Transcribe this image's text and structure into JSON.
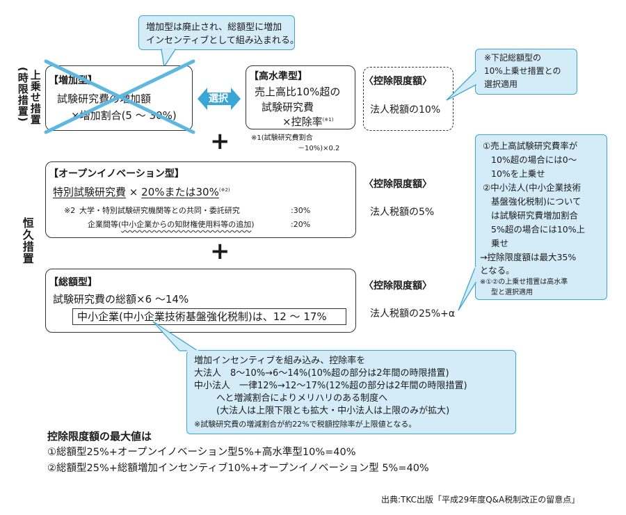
{
  "callout_top": {
    "line1": "増加型は廃止され、総額型に増加",
    "line2": "インセンティブとして組み込まれる。"
  },
  "side_label_temp": {
    "main": "上乗せ措置",
    "sub": "(時限措置)"
  },
  "side_label_perm": "恒久措置",
  "zoukagata": {
    "title": "【増加型】",
    "line1": "試験研究費の増加額",
    "line2": "×増加割合(5 ～ 30%)"
  },
  "select_label": "選択",
  "kousuijun": {
    "title": "【高水準型】",
    "line1": "売上高比10%超の",
    "line2": "試験研究費",
    "line3": "×控除率",
    "note_mark": "(※1)",
    "footnote1": "※1(試験研究費割合",
    "footnote2": "－10%)×0.2"
  },
  "limit": {
    "header": "〈控除限度額〉",
    "value_top": "法人税額の10%",
    "value_mid": "法人税額の5%",
    "value_bot": "法人税額の25%+α"
  },
  "callout_right_top": {
    "line1": "※下記総額型の",
    "line2": "10%上乗せ措置との",
    "line3": "選択適用"
  },
  "callout_right_mid": {
    "lines": [
      "①売上高試験研究費率が",
      "10%超の場合には0～",
      "10%を上乗せ",
      "②中小法人(中小企業技術",
      "基盤強化税制)について",
      "は試験研究費増加割合",
      "5%超の場合には10%上",
      "乗せ",
      "→控除限度額は最大35%",
      "となる。"
    ],
    "note1": "※①②の上乗せ措置は高水準",
    "note2": "型と選択適用"
  },
  "open_innovation": {
    "title": "【オープンイノベーション型】",
    "line1a": "特別試験研究費",
    "line1b": "×",
    "line1c": "20%または30%",
    "line1mark": "(※2)",
    "note_label": "※2",
    "note_row1": "大学・特別試験研究機関等との共同・委託研究",
    "note_row1_val": ":30%",
    "note_row2a": "企業間等(",
    "note_row2b": "中小企業からの知財権使用料等の追加",
    "note_row2c": ")",
    "note_row2_val": ":20%"
  },
  "sougaku": {
    "title": "【総額型】",
    "line1": "試験研究費の総額×6 ～14%",
    "inner": "中小企業(中小企業技術基盤強化税制)は、12 ～ 17%"
  },
  "callout_bottom": {
    "line1": "増加インセンティブを組み込み、控除率を",
    "line2": "大法人　8～10%→6～14%(10%超の部分は2年間の時限措置)",
    "line3": "中小法人　一律12%→12～17%(12%超の部分は2年間の時限措置)",
    "line4": "へと増減割合によりメリハリのある制度へ",
    "line5": "(大法人は上限下限とも拡大・中小法人は上限のみが拡大)",
    "line6": "※試験研究費の増減割合が約22%で税額控除率が上限値となる。"
  },
  "max": {
    "heading": "控除限度額の最大値は",
    "line1": "①総額型25%+オープンイノベーション型5%+高水準型10%=40%",
    "line2": "②総額型25%+総額増加インセンティブ10%+オープンイノベーション型 5%=40%"
  },
  "source": "出典:TKC出版「平成29年度Q&A税制改正の留意点」",
  "colors": {
    "accent_blue": "#3aa6d6",
    "callout_fill": "#d4ecf8",
    "cross": "#5cb8e0"
  }
}
